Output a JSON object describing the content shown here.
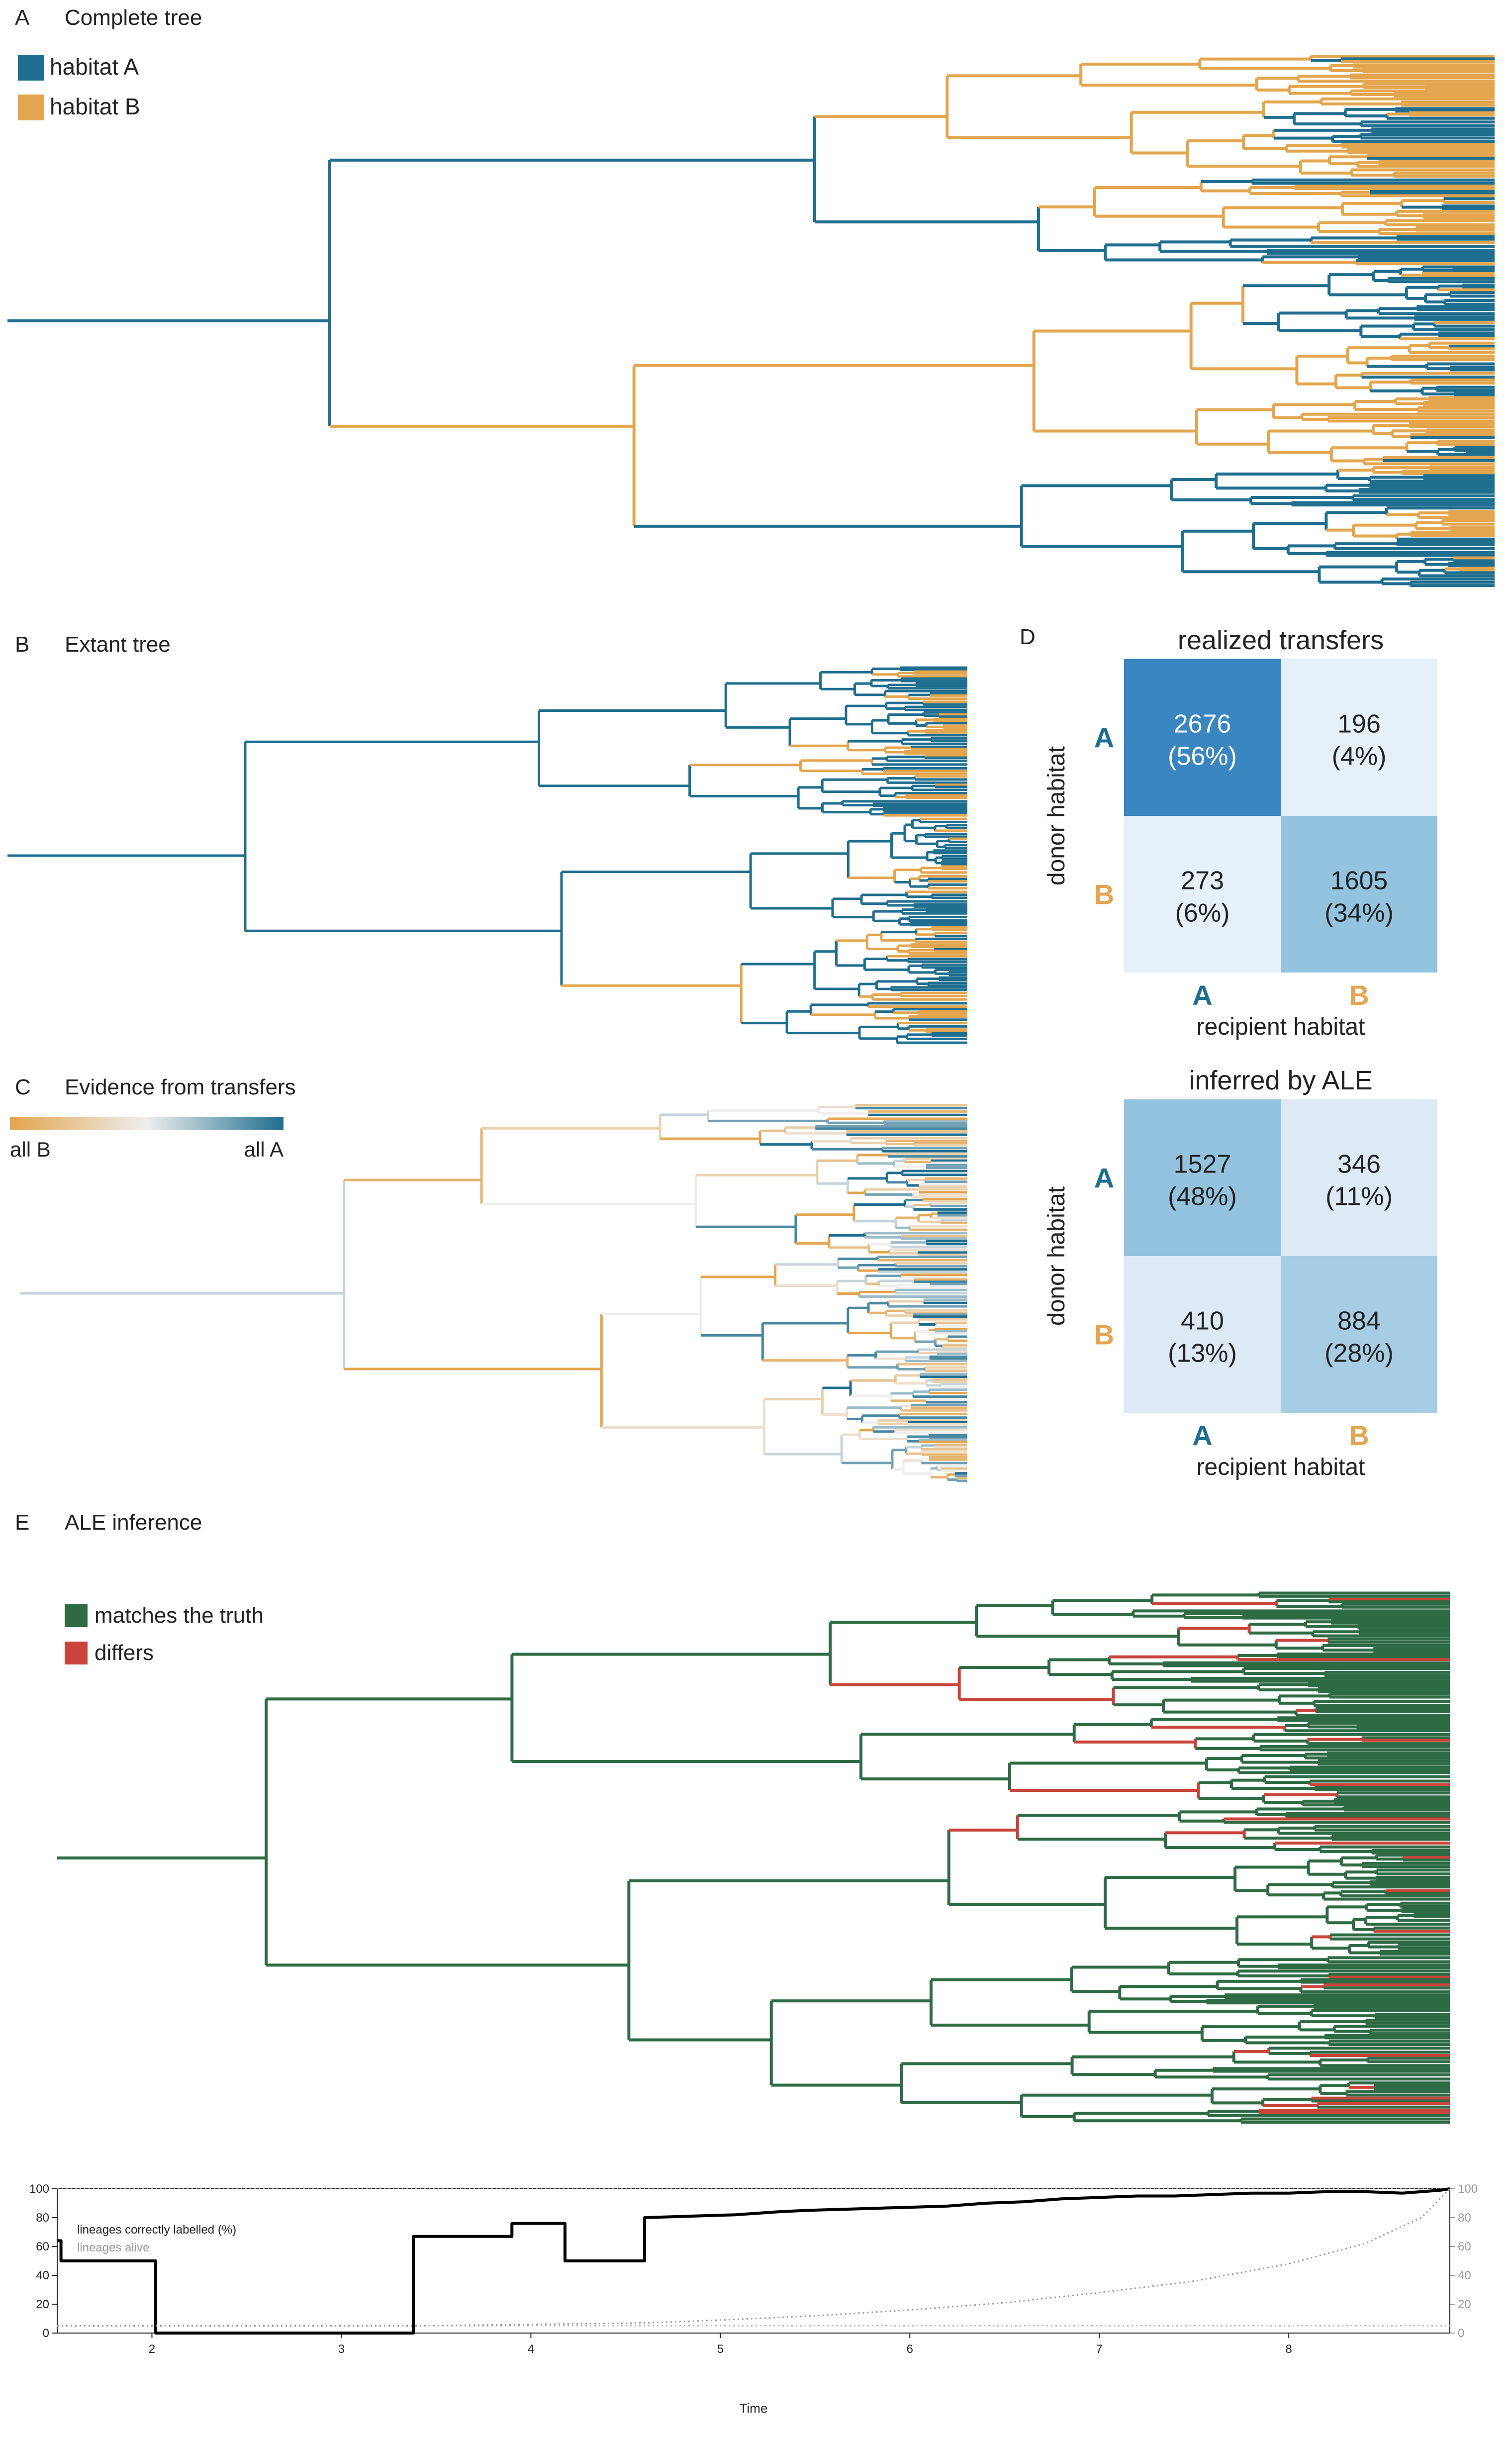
{
  "colors": {
    "habitat_a": "#1f6e8f",
    "habitat_b": "#e3a54e",
    "match": "#2e6b45",
    "differ": "#c9443a",
    "heat_dark": "#3a86c0",
    "heat_mid": "#93c3de",
    "heat_mid2": "#a7cde4",
    "heat_light": "#dde9f4",
    "heat_faint": "#e6f0f8"
  },
  "panel_a": {
    "letter": "A",
    "title": "Complete tree",
    "legend": [
      {
        "label": "habitat A",
        "color": "#1f6e8f"
      },
      {
        "label": "habitat B",
        "color": "#e3a54e"
      }
    ]
  },
  "panel_b": {
    "letter": "B",
    "title": "Extant tree"
  },
  "panel_c": {
    "letter": "C",
    "title": "Evidence from transfers",
    "colorbar_left": "all B",
    "colorbar_right": "all A"
  },
  "panel_d": {
    "letter": "D",
    "matrices": [
      {
        "title": "realized transfers",
        "ylabel": "donor habitat",
        "xlabel": "recipient habitat",
        "row_labels": [
          "A",
          "B"
        ],
        "col_labels": [
          "A",
          "B"
        ],
        "cells": [
          {
            "count": "2676",
            "pct": "(56%)"
          },
          {
            "count": "196",
            "pct": "(4%)"
          },
          {
            "count": "273",
            "pct": "(6%)"
          },
          {
            "count": "1605",
            "pct": "(34%)"
          }
        ]
      },
      {
        "title": "inferred by ALE",
        "ylabel": "donor habitat",
        "xlabel": "recipient habitat",
        "row_labels": [
          "A",
          "B"
        ],
        "col_labels": [
          "A",
          "B"
        ],
        "cells": [
          {
            "count": "1527",
            "pct": "(48%)"
          },
          {
            "count": "346",
            "pct": "(11%)"
          },
          {
            "count": "410",
            "pct": "(13%)"
          },
          {
            "count": "884",
            "pct": "(28%)"
          }
        ]
      }
    ]
  },
  "panel_e": {
    "letter": "E",
    "title": "ALE inference",
    "legend": [
      {
        "label": "matches the truth",
        "color": "#2e6b45"
      },
      {
        "label": "differs",
        "color": "#c9443a"
      }
    ]
  },
  "chart_data": {
    "type": "line",
    "xlabel": "Time",
    "xlim": [
      1.5,
      8.85
    ],
    "ylim": [
      0,
      100
    ],
    "x_ticks": [
      2,
      3,
      4,
      5,
      6,
      7,
      8
    ],
    "y_ticks": [
      0,
      20,
      40,
      60,
      80,
      100
    ],
    "y2_ticks": [
      0,
      20,
      40,
      60,
      80,
      100
    ],
    "series": [
      {
        "name": "lineages correctly labelled (%)",
        "style": "solid",
        "color": "#000000",
        "x": [
          1.5,
          1.52,
          1.52,
          2.02,
          2.02,
          3.38,
          3.38,
          3.9,
          3.9,
          4.18,
          4.18,
          4.6,
          4.6,
          5.08,
          5.3,
          5.45,
          5.7,
          5.95,
          6.2,
          6.4,
          6.6,
          6.8,
          7.0,
          7.2,
          7.4,
          7.6,
          7.8,
          8.0,
          8.2,
          8.4,
          8.6,
          8.8,
          8.85
        ],
        "y": [
          64,
          64,
          50,
          50,
          0,
          0,
          67,
          67,
          76,
          76,
          50,
          50,
          80,
          82,
          84,
          85,
          86,
          87,
          88,
          90,
          91,
          93,
          94,
          95,
          95,
          96,
          97,
          97,
          98,
          98,
          97,
          99,
          100
        ]
      },
      {
        "name": "lineages alive",
        "style": "dotted",
        "color": "#9a9a9a",
        "x": [
          1.5,
          3.4,
          4.0,
          4.6,
          5.0,
          5.5,
          6.0,
          6.5,
          7.0,
          7.5,
          8.0,
          8.4,
          8.7,
          8.85
        ],
        "y": [
          5,
          5,
          6,
          7,
          9,
          12,
          16,
          21,
          28,
          36,
          48,
          62,
          80,
          100
        ]
      }
    ],
    "reference_lines": [
      100,
      5
    ]
  }
}
